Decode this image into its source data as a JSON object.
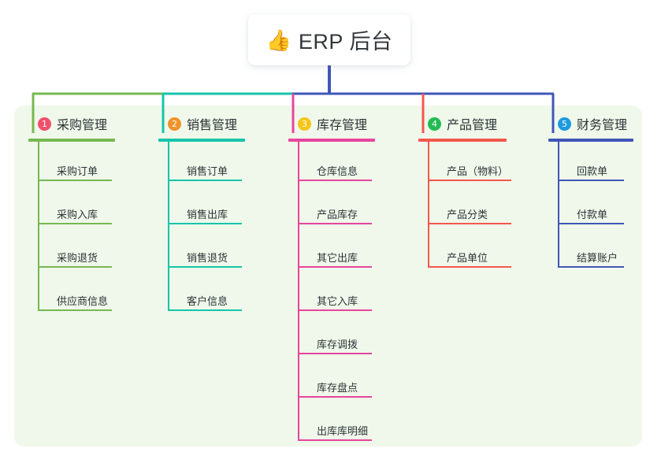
{
  "root": {
    "emoji": "👍",
    "emoji_name": "thumbs-up-icon",
    "title": "ERP 后台"
  },
  "theme": {
    "panel_bg": "#eff8ea",
    "page_bg": "#ffffff",
    "root_line": "#4056b8",
    "text": "#2d3338"
  },
  "columns": [
    {
      "number": "1",
      "title": "采购管理",
      "badge_color": "#f0506e",
      "line_color": "#76b852",
      "items": [
        "采购订单",
        "采购入库",
        "采购退货",
        "供应商信息"
      ]
    },
    {
      "number": "2",
      "title": "销售管理",
      "badge_color": "#f0932b",
      "line_color": "#16c5ab",
      "items": [
        "销售订单",
        "销售出库",
        "销售退货",
        "客户信息"
      ]
    },
    {
      "number": "3",
      "title": "库存管理",
      "badge_color": "#f5c518",
      "line_color": "#e8459e",
      "items": [
        "仓库信息",
        "产品库存",
        "其它出库",
        "其它入库",
        "库存调拨",
        "库存盘点",
        "出库库明细"
      ]
    },
    {
      "number": "4",
      "title": "产品管理",
      "badge_color": "#22bb55",
      "line_color": "#f4574e",
      "items": [
        "产品（物料）",
        "产品分类",
        "产品单位"
      ]
    },
    {
      "number": "5",
      "title": "财务管理",
      "badge_color": "#1e9ae0",
      "line_color": "#4056b8",
      "items": [
        "回款单",
        "付款单",
        "结算账户"
      ]
    }
  ]
}
